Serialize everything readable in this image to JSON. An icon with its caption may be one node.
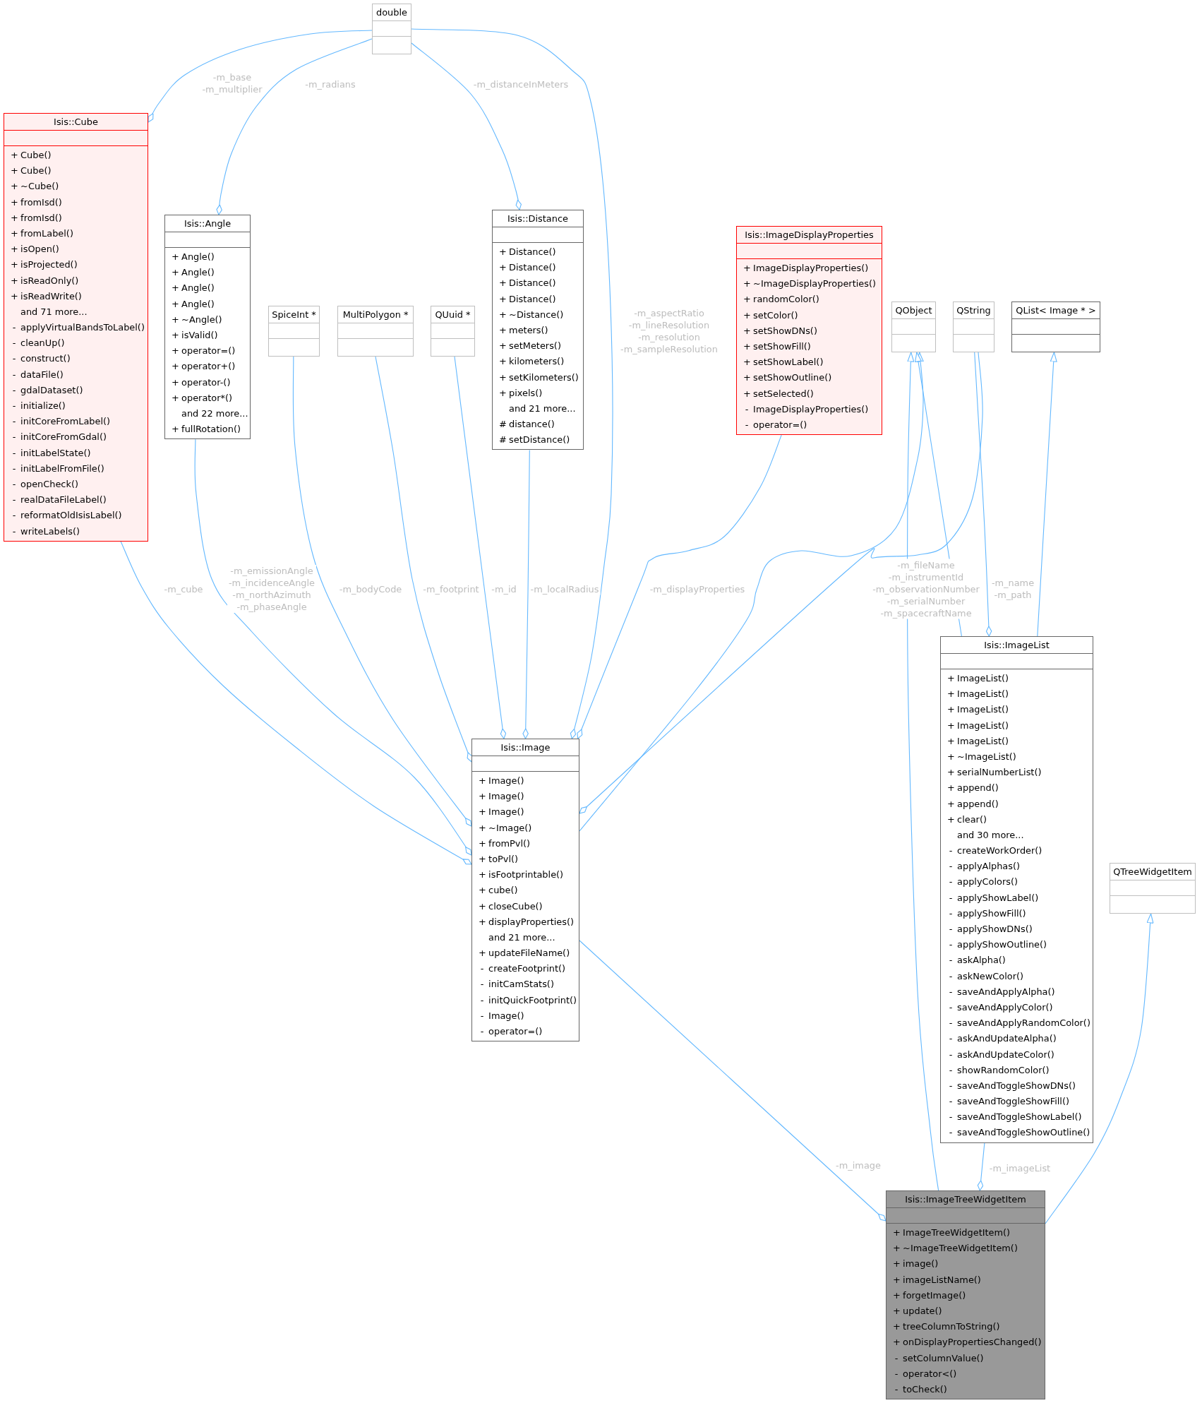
{
  "diagram": {
    "nodes": [
      {
        "text": [
          "double"
        ]
      },
      {
        "text": [
          "Isis::Cube",
          "+ Cube()",
          "+ Cube()",
          "+ ~Cube()",
          "+ fromIsd()",
          "+ fromIsd()",
          "+ fromLabel()",
          "+ isOpen()",
          "+ isProjected()",
          "+ isReadOnly()",
          "+ isReadWrite()",
          "and 71 more...",
          "- applyVirtualBandsToLabel()",
          "- cleanUp()",
          "- construct()",
          "- dataFile()",
          "- gdalDataset()",
          "- initialize()",
          "- initCoreFromLabel()",
          "- initCoreFromGdal()",
          "- initLabelState()",
          "- initLabelFromFile()",
          "- openCheck()",
          "- realDataFileLabel()",
          "- reformatOldIsisLabel()",
          "- writeLabels()"
        ]
      },
      {
        "text": [
          "Isis::Angle",
          "+ Angle()",
          "+ Angle()",
          "+ Angle()",
          "+ Angle()",
          "+ ~Angle()",
          "+ isValid()",
          "+ operator=()",
          "+ operator+()",
          "+ operator-()",
          "+ operator*()",
          "and 22 more...",
          "+ fullRotation()"
        ]
      },
      {
        "text": [
          "Isis::Distance",
          "+ Distance()",
          "+ Distance()",
          "+ Distance()",
          "+ Distance()",
          "+ ~Distance()",
          "+ meters()",
          "+ setMeters()",
          "+ kilometers()",
          "+ setKilometers()",
          "+ pixels()",
          "and 21 more...",
          "# distance()",
          "# setDistance()"
        ]
      },
      {
        "text": [
          "Isis::ImageDisplayProperties",
          "+ ImageDisplayProperties()",
          "+ ~ImageDisplayProperties()",
          "+ randomColor()",
          "+ setColor()",
          "+ setShowDNs()",
          "+ setShowFill()",
          "+ setShowLabel()",
          "+ setShowOutline()",
          "+ setSelected()",
          "- ImageDisplayProperties()",
          "- operator=()"
        ]
      },
      {
        "text": [
          "SpiceInt *"
        ]
      },
      {
        "text": [
          "MultiPolygon *"
        ]
      },
      {
        "text": [
          "QUuid *"
        ]
      },
      {
        "text": [
          "QObject"
        ]
      },
      {
        "text": [
          "QString"
        ]
      },
      {
        "text": [
          "QList< Image * >"
        ]
      },
      {
        "text": [
          "Isis::ImageList",
          "+ ImageList()",
          "+ ImageList()",
          "+ ImageList()",
          "+ ImageList()",
          "+ ImageList()",
          "+ ~ImageList()",
          "+ serialNumberList()",
          "+ append()",
          "+ append()",
          "+ clear()",
          "and 30 more...",
          "- createWorkOrder()",
          "- applyAlphas()",
          "- applyColors()",
          "- applyShowLabel()",
          "- applyShowFill()",
          "- applyShowDNs()",
          "- applyShowOutline()",
          "- askAlpha()",
          "- askNewColor()",
          "- saveAndApplyAlpha()",
          "- saveAndApplyColor()",
          "- saveAndApplyRandomColor()",
          "- askAndUpdateAlpha()",
          "- askAndUpdateColor()",
          "- showRandomColor()",
          "- saveAndToggleShowDNs()",
          "- saveAndToggleShowFill()",
          "- saveAndToggleShowLabel()",
          "- saveAndToggleShowOutline()"
        ]
      },
      {
        "text": [
          "Isis::Image",
          "+ Image()",
          "+ Image()",
          "+ Image()",
          "+ ~Image()",
          "+ fromPvl()",
          "+ toPvl()",
          "+ isFootprintable()",
          "+ cube()",
          "+ closeCube()",
          "+ displayProperties()",
          "and 21 more...",
          "+ updateFileName()",
          "- createFootprint()",
          "- initCamStats()",
          "- initQuickFootprint()",
          "- Image()",
          "- operator=()"
        ]
      },
      {
        "text": [
          "QTreeWidgetItem"
        ]
      },
      {
        "text": [
          "Isis::ImageTreeWidgetItem",
          "+ ImageTreeWidgetItem()",
          "+ ~ImageTreeWidgetItem()",
          "+ image()",
          "+ imageListName()",
          "+ forgetImage()",
          "+ update()",
          "+ treeColumnToString()",
          "+ onDisplayPropertiesChanged()",
          "- setColumnValue()",
          "- operator<()",
          "- toCheck()"
        ]
      }
    ],
    "edges": [
      {
        "from": 0,
        "to": 1,
        "arrow": "other",
        "label": "-m_base -m_multiplier"
      },
      {
        "from": 0,
        "to": 2,
        "arrow": "other",
        "label": "-m_radians"
      },
      {
        "from": 0,
        "to": 3,
        "arrow": "other",
        "label": "-m_distanceInMeters"
      },
      {
        "from": 0,
        "to": 12,
        "arrow": "other",
        "label": "-m_aspectRatio -m_lineResolution -m_resolution -m_sampleResolution"
      },
      {
        "from": 1,
        "to": 12,
        "arrow": "other",
        "label": "-m_cube"
      },
      {
        "from": 2,
        "to": 12,
        "arrow": "other",
        "label": "-m_emissionAngle -m_incidenceAngle -m_northAzimuth -m_phaseAngle"
      },
      {
        "from": 5,
        "to": 12,
        "arrow": "other",
        "label": "-m_bodyCode"
      },
      {
        "from": 6,
        "to": 12,
        "arrow": "other",
        "label": "-m_footprint"
      },
      {
        "from": 7,
        "to": 12,
        "arrow": "other",
        "label": "-m_id"
      },
      {
        "from": 3,
        "to": 12,
        "arrow": "other",
        "label": "-m_localRadius"
      },
      {
        "from": 4,
        "to": 12,
        "arrow": "other",
        "label": "-m_displayProperties"
      },
      {
        "from": 9,
        "to": 12,
        "arrow": "other",
        "label": "-m_fileName -m_instrumentId -m_observationNumber -m_serialNumber -m_spacecraftName"
      },
      {
        "from": 12,
        "to": 8,
        "arrow": "to"
      },
      {
        "from": 9,
        "to": 11,
        "arrow": "other",
        "label": "-m_name -m_path"
      },
      {
        "from": 11,
        "to": 8,
        "arrow": "to"
      },
      {
        "from": 11,
        "to": 10,
        "arrow": "to"
      },
      {
        "from": 14,
        "to": 8,
        "arrow": "to"
      },
      {
        "from": 14,
        "to": 13,
        "arrow": "to"
      },
      {
        "from": 12,
        "to": 14,
        "arrow": "other",
        "label": "-m_image"
      },
      {
        "from": 11,
        "to": 14,
        "arrow": "other",
        "label": "-m_imageList"
      }
    ]
  }
}
